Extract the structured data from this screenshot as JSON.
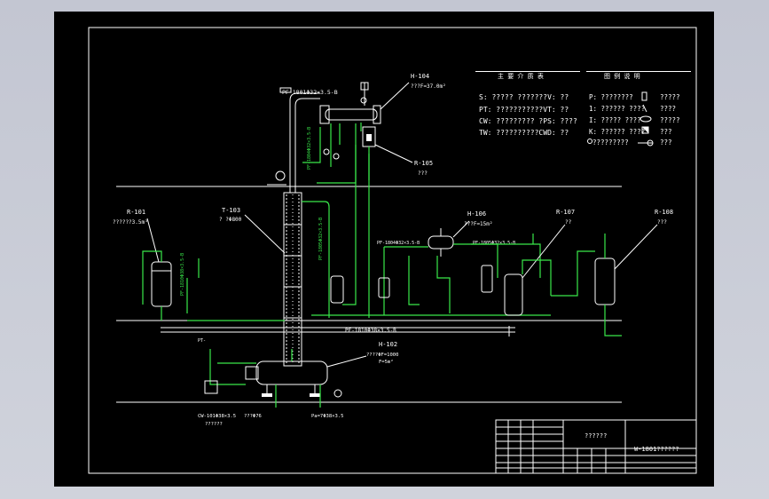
{
  "legend_left": {
    "title": "主 要 介 质 表",
    "rows": [
      "S: ????? ???????V: ??",
      "PT: ???????????VT: ??",
      "CW: ????????? ?PS: ????",
      "TW: ??????????CWD: ??"
    ]
  },
  "legend_right": {
    "title": "图 例 说 明",
    "rows": [
      {
        "left": "P: ????????",
        "mid": "?",
        "right": "?????"
      },
      {
        "left": "1: ?????? ????",
        "mid": "",
        "right": "????"
      },
      {
        "left": "I: ????? ????",
        "mid": "",
        "right": "?????"
      },
      {
        "left": "K: ?????? ????",
        "mid": "",
        "right": "???"
      },
      {
        "left": "?????????",
        "mid": "",
        "right": "???"
      }
    ]
  },
  "equipment": {
    "h104": {
      "tag": "H-104",
      "spec": "???F=37.0m²"
    },
    "r105": {
      "tag": "R-105",
      "spec": "???"
    },
    "r101": {
      "tag": "R-101",
      "spec": "??????3.5m³"
    },
    "t103": {
      "tag": "T-103",
      "spec": "? ?Φ800"
    },
    "h106": {
      "tag": "H-106",
      "spec": "???F=15m²"
    },
    "r107": {
      "tag": "R-107",
      "spec": "??"
    },
    "r108": {
      "tag": "R-108",
      "spec": "???"
    },
    "h102": {
      "tag": "H-102",
      "spec": "????ΦF=1000",
      "spec2": "F=5m²"
    }
  },
  "line_labels": {
    "top_line": "PF-1801Φ32×3.5-B",
    "h106_left": "PF-1804Φ32×3.5-B",
    "h106_right": "PF-1805Φ32×3.5-B",
    "bottom_pipe": "PF-1810Φ38×3.5-B",
    "cw_line": "CW-101Φ38×3.5",
    "cw_sub": "??????",
    "steam_in": "???Φ76",
    "pa_in": "Pa=7Φ38×3.5",
    "pt_small": "PT-"
  },
  "title_block": {
    "project": "??????",
    "drawing_name": "W-1801??????"
  }
}
